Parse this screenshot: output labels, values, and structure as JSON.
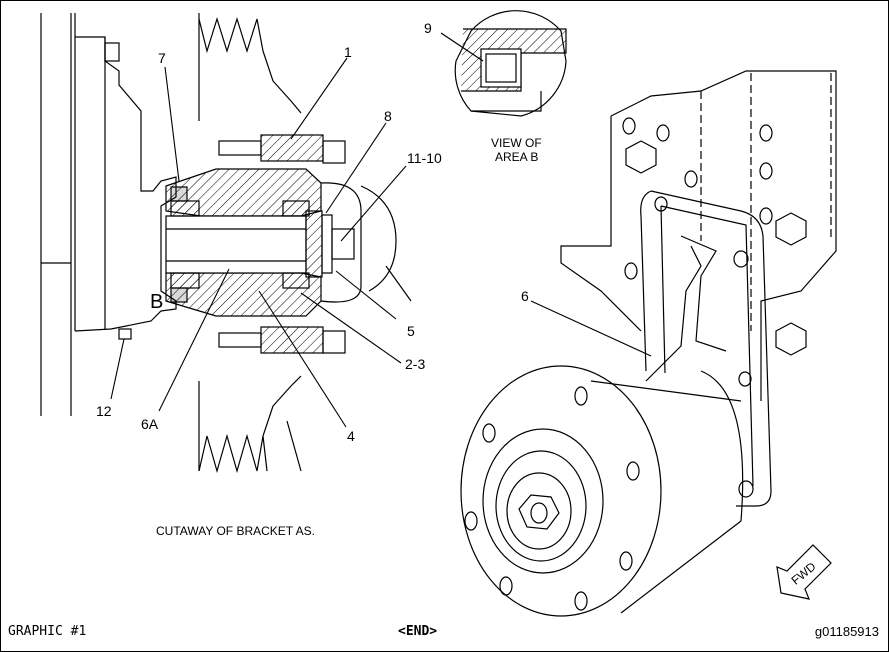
{
  "callouts": {
    "c1": "1",
    "c7": "7",
    "c8": "8",
    "c9": "9",
    "c11_10": "11-10",
    "c5": "5",
    "c2_3": "2-3",
    "c4": "4",
    "c6A": "6A",
    "c12": "12",
    "c6": "6",
    "cB": "B"
  },
  "captions": {
    "view_line1": "VIEW OF",
    "view_line2": "AREA B",
    "cutaway": "CUTAWAY OF BRACKET AS."
  },
  "fwd_label": "FWD",
  "footer": {
    "graphic": "GRAPHIC #1",
    "end": "<END>",
    "ref": "g01185913"
  }
}
